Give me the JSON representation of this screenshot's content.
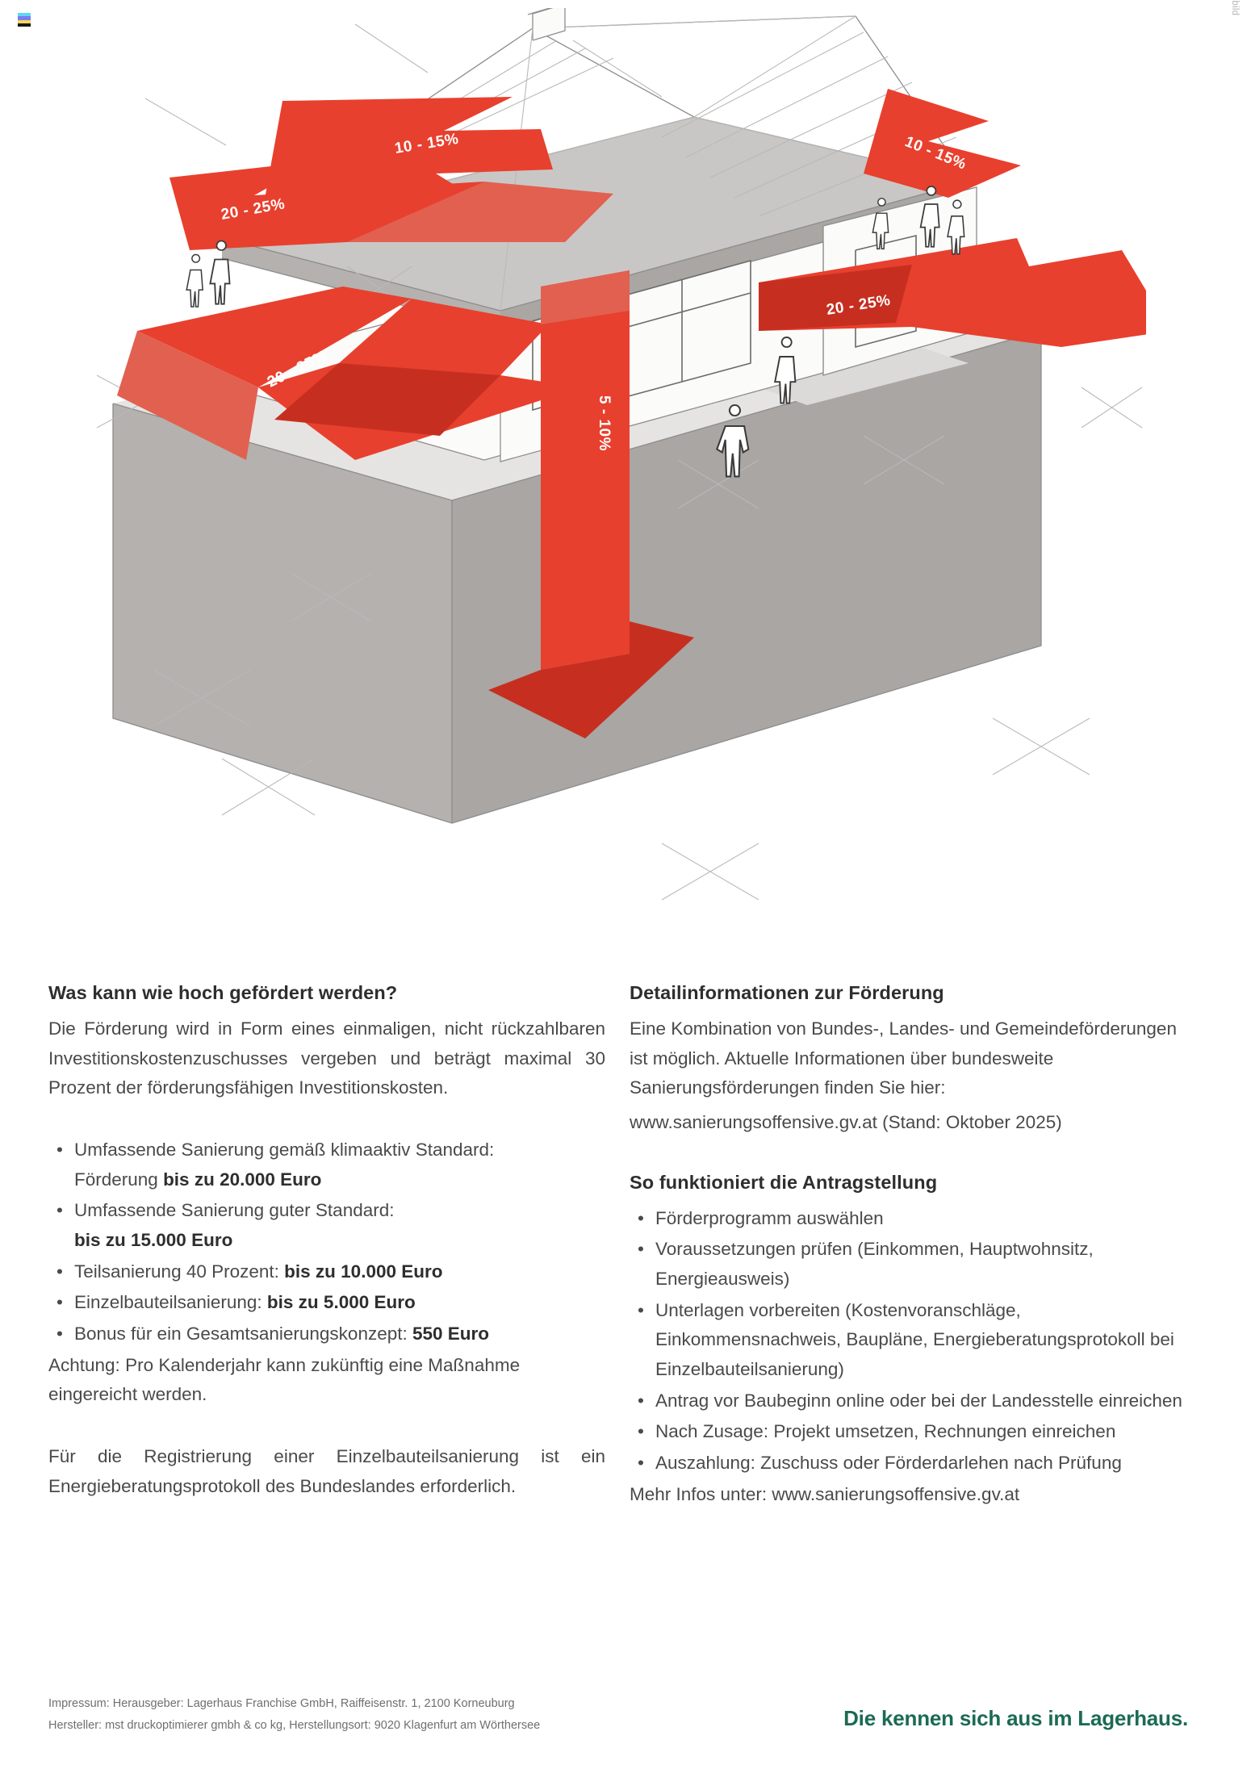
{
  "print_marks": {
    "cmyk_colors": [
      "#5bd8f5",
      "#7b7bf0",
      "#f5d85b",
      "#1a1a1a"
    ]
  },
  "credit": {
    "text": "© valigursky/iStock via Getty Images  |  Symbolbild"
  },
  "illustration": {
    "alt": "Schnittzeichnung eines Hauses mit roten Pfeilen, die Wärmeverluste anzeigen",
    "arrow_color": "#e8402e",
    "arrow_color_dark": "#c62f20",
    "arrow_color_light": "#e2604f",
    "labels": [
      {
        "id": "roof-left",
        "text": "10 - 15%"
      },
      {
        "id": "roof-right",
        "text": "10 - 15%"
      },
      {
        "id": "upper-left",
        "text": "20 - 25%"
      },
      {
        "id": "wall-left",
        "text": "20 - 25%"
      },
      {
        "id": "wall-right",
        "text": "20 - 25%"
      },
      {
        "id": "floor-down",
        "text": "5 - 10%"
      }
    ]
  },
  "left_column": {
    "heading": "Was kann wie hoch gefördert werden?",
    "intro": "Die Förderung wird in Form eines einmaligen, nicht rückzahlbaren Investitionskostenzuschusses vergeben und beträgt maximal 30 Prozent der förderungsfähigen Investitionskosten.",
    "bullets": [
      {
        "line1": "Umfassende Sanierung gemäß klimaaktiv Standard:",
        "line2_pre": "Förderung ",
        "line2_bold": "bis zu 20.000 Euro"
      },
      {
        "line1": "Umfassende Sanierung guter Standard:",
        "line2_pre": "",
        "line2_bold": "bis zu 15.000 Euro"
      },
      {
        "line1": "Teilsanierung 40 Prozent: ",
        "bold_inline": "bis zu 10.000 Euro"
      },
      {
        "line1": "Einzelbauteilsanierung: ",
        "bold_inline": "bis zu 5.000 Euro"
      },
      {
        "line1": "Bonus für ein Gesamtsanierungskonzept: ",
        "bold_inline": "550 Euro"
      }
    ],
    "note": "Achtung: Pro Kalenderjahr kann zukünftig eine Maßnahme eingereicht werden.",
    "closing": "Für die Registrierung einer Einzelbauteilsanierung ist ein Energieberatungsprotokoll des Bundeslandes erforderlich."
  },
  "right_column": {
    "heading_1": "Detailinformationen zur Förderung",
    "para_1": "Eine Kombination von Bundes-, Landes- und Gemeindeförderungen ist möglich. Aktuelle Informationen über bundesweite Sanierungsförderungen finden Sie hier:",
    "para_2": "www.sanierungsoffensive.gv.at (Stand: Oktober 2025)",
    "heading_2": "So funktioniert die Antragstellung",
    "bullets": [
      "Förderprogramm auswählen",
      "Voraussetzungen prüfen (Einkommen, Hauptwohnsitz, Energieausweis)",
      "Unterlagen vorbereiten (Kostenvoranschläge, Einkommensnachweis, Baupläne, Energieberatungsprotokoll bei Einzelbauteilsanierung)",
      "Antrag vor Baubeginn online oder bei der Landesstelle einreichen",
      "Nach Zusage: Projekt umsetzen, Rechnungen einreichen",
      "Auszahlung: Zuschuss oder Förderdarlehen nach Prüfung"
    ],
    "closing": "Mehr Infos unter: www.sanierungsoffensive.gv.at"
  },
  "footer": {
    "imprint_line_1": "Impressum: Herausgeber: Lagerhaus Franchise GmbH, Raiffeisenstr. 1, 2100 Korneuburg",
    "imprint_line_2": "Hersteller: mst druckoptimierer gmbh & co kg, Herstellungsort: 9020 Klagenfurt am Wörthersee",
    "slogan": "Die kennen sich aus im Lagerhaus.",
    "slogan_color": "#1b6b53"
  }
}
